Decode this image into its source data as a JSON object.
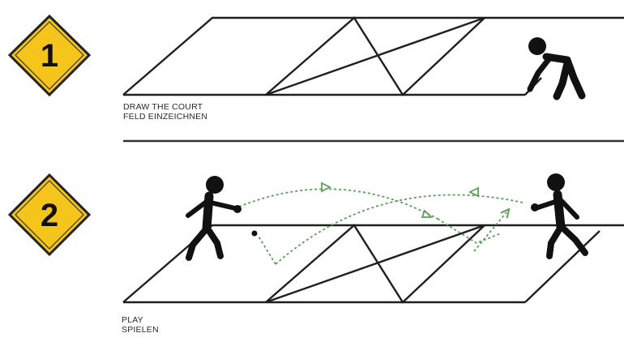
{
  "colors": {
    "badge_fill": "#f5c51c",
    "badge_stroke": "#222222",
    "court_line": "#1f1f1f",
    "flight_path": "#5a9e5a",
    "figure": "#111111"
  },
  "steps": [
    {
      "number": "1",
      "caption_en": "DRAW THE COURT",
      "caption_de": "FELD EINZEICHNEN",
      "badge_icon": "yellow-diamond-sign-icon",
      "figure_icon": "person-drawing-court-icon"
    },
    {
      "number": "2",
      "caption_en": "PLAY",
      "caption_de": "SPIELEN",
      "badge_icon": "yellow-diamond-sign-icon",
      "figure_icon": "two-players-icon"
    }
  ]
}
